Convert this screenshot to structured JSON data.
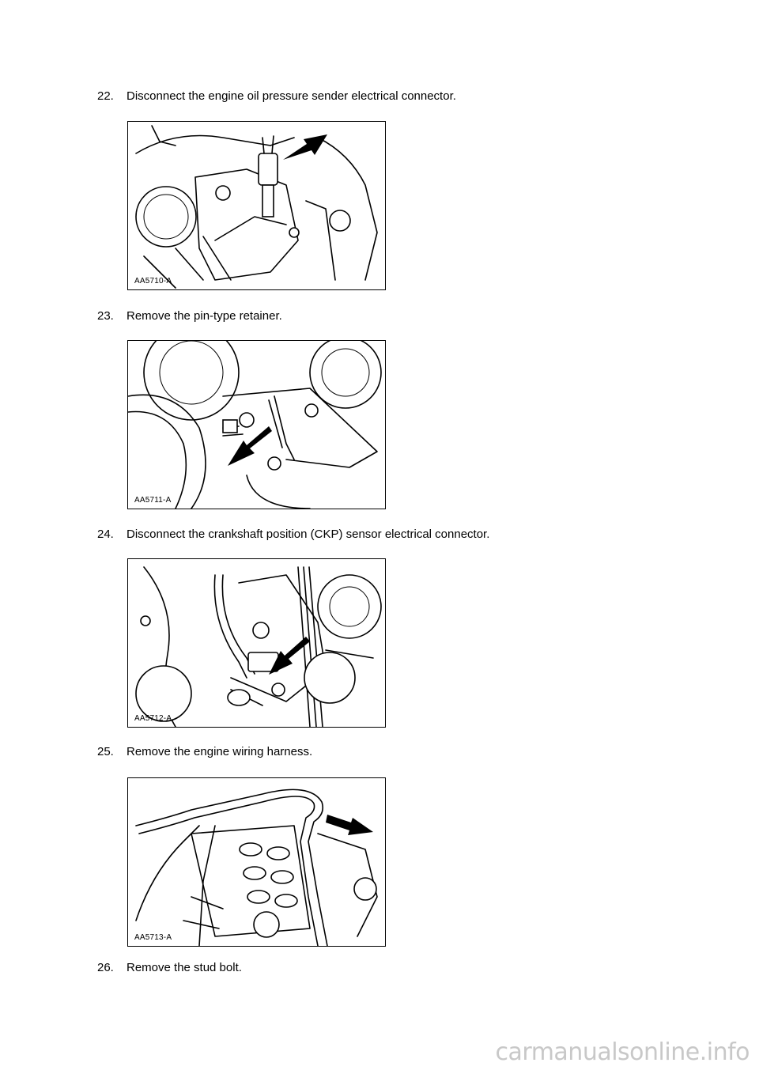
{
  "steps": [
    {
      "number": "22.",
      "text": "Disconnect the engine oil pressure sender electrical connector.",
      "figure_id": "AA5710-A"
    },
    {
      "number": "23.",
      "text": "Remove the pin-type retainer.",
      "figure_id": "AA5711-A"
    },
    {
      "number": "24.",
      "text": "Disconnect the crankshaft position (CKP) sensor electrical connector.",
      "figure_id": "AA5712-A"
    },
    {
      "number": "25.",
      "text": "Remove the engine wiring harness.",
      "figure_id": "AA5713-A"
    },
    {
      "number": "26.",
      "text": "Remove the stud bolt."
    }
  ],
  "watermark": "carmanualsonline.info"
}
